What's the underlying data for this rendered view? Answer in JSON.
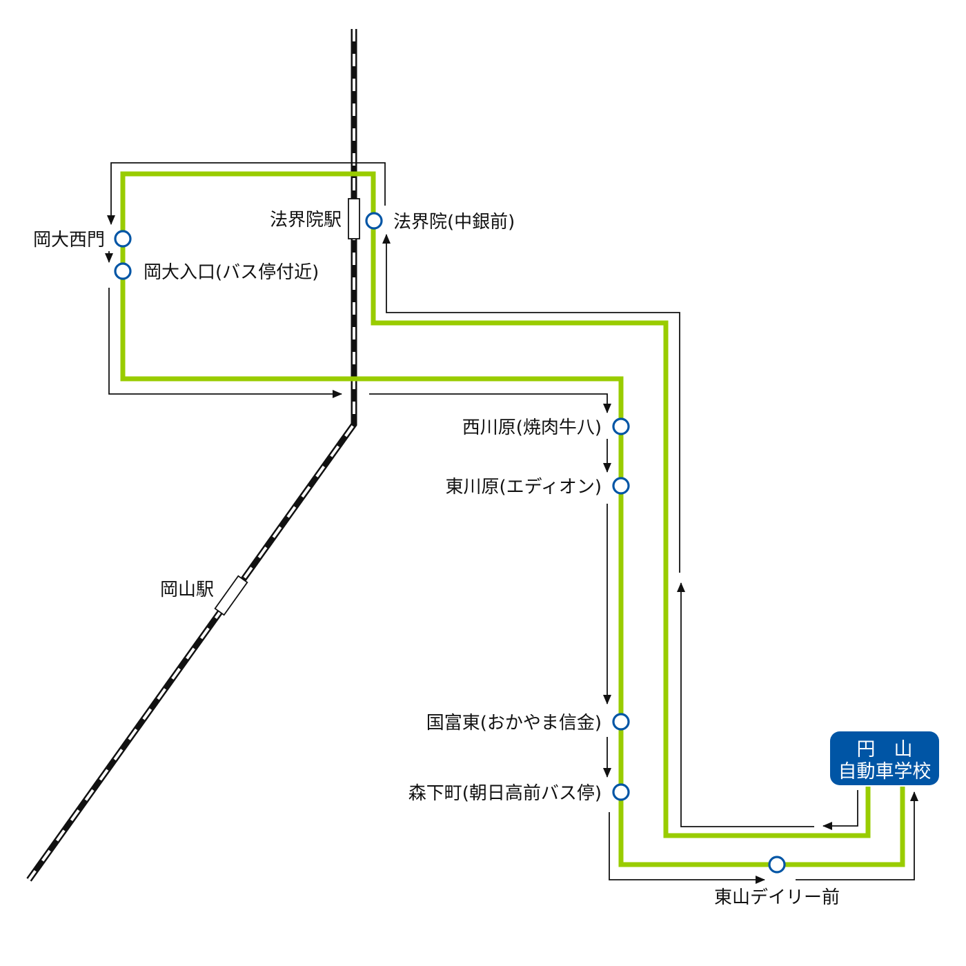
{
  "colors": {
    "route": "#99cc00",
    "stop": "#0055a5",
    "school_bg": "#0055a5",
    "rail": "#111111"
  },
  "rail_stations": {
    "houkaiin": "法界院駅",
    "okayama": "岡山駅"
  },
  "stops": {
    "okadai_nishimon": "岡大西門",
    "okadai_iriguchi": "岡大入口(バス停付近)",
    "houkaiin": "法界院(中銀前)",
    "nishikawara": "西川原(焼肉牛八)",
    "higashikawara": "東川原(エディオン)",
    "kunitomi_higashi": "国富東(おかやま信金)",
    "morishita": "森下町(朝日高前バス停)",
    "higashiyama": "東山デイリー前"
  },
  "school": {
    "line1": "円　山",
    "line2": "自動車学校"
  }
}
